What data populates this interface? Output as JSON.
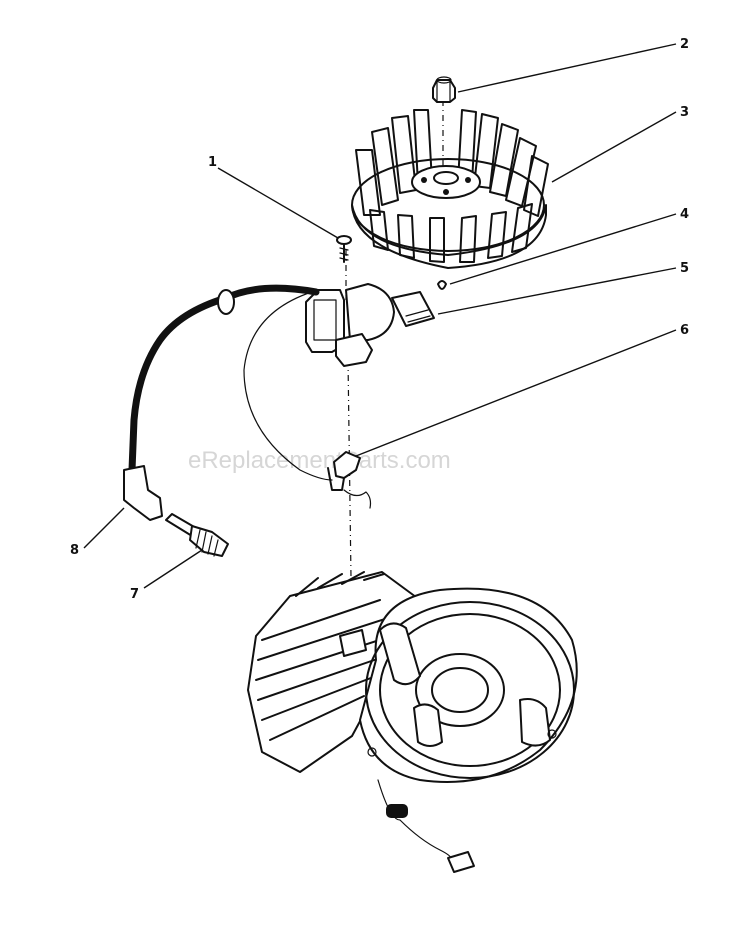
{
  "watermark": "eReplacementParts.com",
  "callouts": [
    {
      "id": "1",
      "label": "1"
    },
    {
      "id": "2",
      "label": "2"
    },
    {
      "id": "3",
      "label": "3"
    },
    {
      "id": "4",
      "label": "4"
    },
    {
      "id": "5",
      "label": "5"
    },
    {
      "id": "6",
      "label": "6"
    },
    {
      "id": "7",
      "label": "7"
    },
    {
      "id": "8",
      "label": "8"
    }
  ]
}
